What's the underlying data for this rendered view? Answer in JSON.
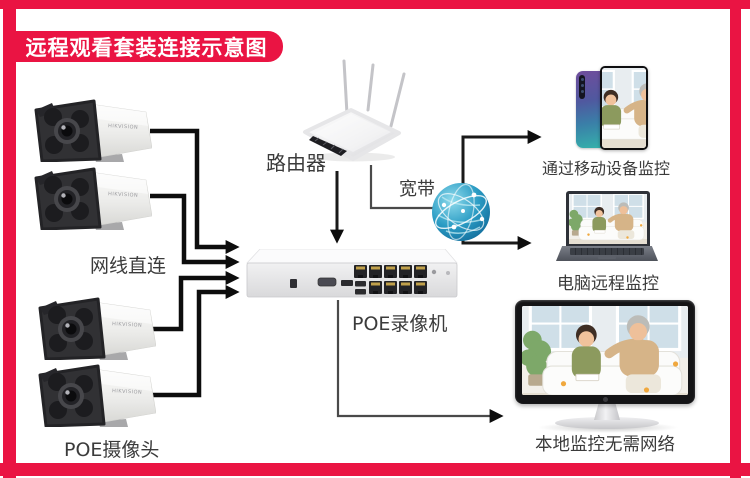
{
  "banner": {
    "title": "远程观看套装连接示意图"
  },
  "colors": {
    "frame": "#ea1443",
    "banner_bg": "#ea1443",
    "banner_text": "#ffffff",
    "wire_black": "#0d0d0d",
    "wire_gray": "#4a4a4a",
    "globe_teal": "#1787b8",
    "phone_gradient_top": "#6f4d9c",
    "phone_gradient_bottom": "#35b3ab"
  },
  "devices": {
    "cameras": {
      "brand": "HIKVISION",
      "count": 4
    },
    "camera_groups": {
      "top_label": "网线直连",
      "bottom_label": "POE摄像头"
    },
    "router": {
      "label": "路由器"
    },
    "broadband": {
      "label": "宽带"
    },
    "nvr": {
      "label": "POE录像机"
    },
    "phone": {
      "label": "通过移动设备监控"
    },
    "laptop": {
      "label": "电脑远程监控"
    },
    "monitor": {
      "label": "本地监控无需网络"
    }
  }
}
